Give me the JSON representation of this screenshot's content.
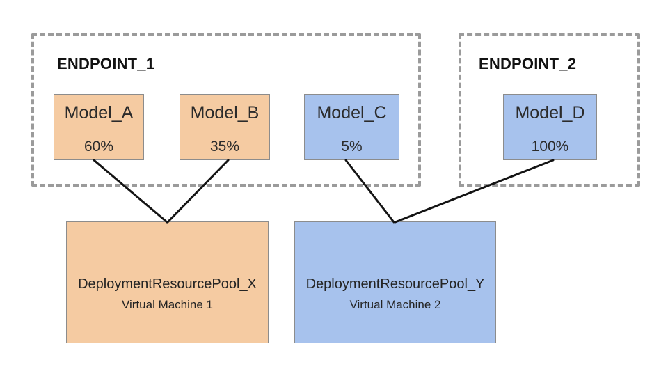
{
  "diagram": {
    "endpoints": [
      {
        "label": "ENDPOINT_1",
        "models": [
          {
            "name": "Model_A",
            "traffic_split": "60%",
            "fill": "orange"
          },
          {
            "name": "Model_B",
            "traffic_split": "35%",
            "fill": "orange"
          },
          {
            "name": "Model_C",
            "traffic_split": "5%",
            "fill": "blue"
          }
        ]
      },
      {
        "label": "ENDPOINT_2",
        "models": [
          {
            "name": "Model_D",
            "traffic_split": "100%",
            "fill": "blue"
          }
        ]
      }
    ],
    "resource_pools": [
      {
        "name": "DeploymentResourcePool_X",
        "machine": "Virtual Machine 1",
        "fill": "orange"
      },
      {
        "name": "DeploymentResourcePool_Y",
        "machine": "Virtual Machine 2",
        "fill": "blue"
      }
    ],
    "connections": [
      {
        "from": "Model_A",
        "to": "DeploymentResourcePool_X"
      },
      {
        "from": "Model_B",
        "to": "DeploymentResourcePool_X"
      },
      {
        "from": "Model_C",
        "to": "DeploymentResourcePool_Y"
      },
      {
        "from": "Model_D",
        "to": "DeploymentResourcePool_Y"
      }
    ],
    "colors": {
      "orange": "#F5CBA2",
      "blue": "#A7C2ED",
      "box_border": "#8C8C8C",
      "dashed_border": "#9B9B9B",
      "connector": "#141414"
    }
  }
}
